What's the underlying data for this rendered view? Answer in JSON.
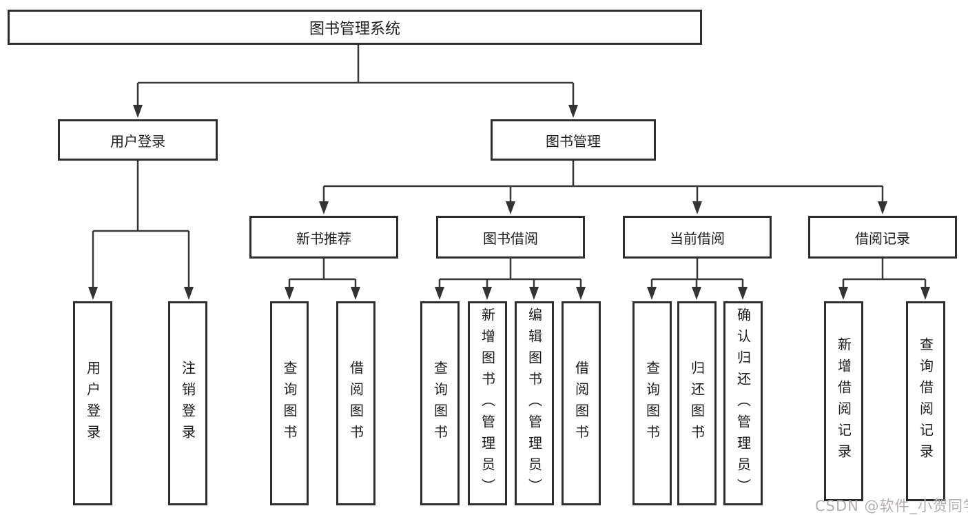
{
  "tree": {
    "root": {
      "label": "图书管理系统"
    },
    "user_login": {
      "label": "用户登录",
      "children": [
        {
          "label": "用户登录"
        },
        {
          "label": "注销登录"
        }
      ]
    },
    "book_management": {
      "label": "图书管理",
      "groups": [
        {
          "label": "新书推荐",
          "children": [
            {
              "label": "查询图书"
            },
            {
              "label": "借阅图书"
            }
          ]
        },
        {
          "label": "图书借阅",
          "children": [
            {
              "label": "查询图书"
            },
            {
              "label": "新增图书（管理员）"
            },
            {
              "label": "编辑图书（管理员）"
            },
            {
              "label": "借阅图书"
            }
          ]
        },
        {
          "label": "当前借阅",
          "children": [
            {
              "label": "查询图书"
            },
            {
              "label": "归还图书"
            },
            {
              "label": "确认归还（管理员）"
            }
          ]
        },
        {
          "label": "借阅记录",
          "children": [
            {
              "label": "新增借阅记录"
            },
            {
              "label": "查询借阅记录"
            }
          ]
        }
      ]
    }
  },
  "watermark": {
    "text": "CSDN @软件_小贺同学"
  },
  "colors": {
    "line": "#383838",
    "border": "#2d2d2d",
    "text": "#1b1b1b",
    "watermark": "#b3aeac"
  }
}
